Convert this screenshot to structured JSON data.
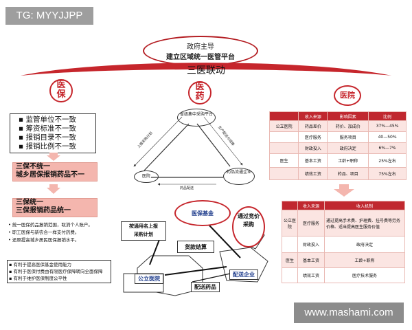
{
  "watermark_top": "TG: MYYJJPP",
  "watermark_bottom": "www.mashami.com",
  "header": {
    "line1": "政府主导",
    "line2": "建立区域统一医管平台",
    "title": "三医联动"
  },
  "medical_insurance": {
    "head_char1": "医",
    "head_char2": "保",
    "issues": [
      "监管单位不一致",
      "筹资标准不一致",
      "报销目录不一致",
      "报销比例不一致"
    ],
    "box1": [
      "三保不统一",
      "城乡居保报销药品不一"
    ],
    "box2": [
      "三保统一",
      "三保报销药品统一"
    ],
    "notes": [
      "统一医保药品报销范围，取消个人账户。",
      "职工医保与新农合一样支付药费。",
      "还原提高城乡居民医保报销水平。"
    ],
    "note_box": [
      "有利于提高医保基金使用能力",
      "有利于医保付费由有限医疗保障转向全面保障",
      "有利于维护医保制度公平性"
    ]
  },
  "medicine": {
    "head_char1": "医",
    "head_char2": "药",
    "node_top": "省级集中采购平台",
    "node_left": "医院",
    "node_right": "药品流通企业",
    "edge_left": "上报采购计划",
    "edge_right": "生产配送与结算",
    "edge_bottom": "药品配送"
  },
  "hospital": {
    "head": "医院",
    "table1": {
      "headers": [
        "",
        "收入来源",
        "影响因素",
        "比例"
      ],
      "rows": [
        [
          "公立医院",
          "药品差价",
          "药价、加成价",
          "37%—45%"
        ],
        [
          "",
          "医疗服务",
          "服务项目",
          "40—50%"
        ],
        [
          "",
          "财政投入",
          "政府决定",
          "6%—7%"
        ],
        [
          "医生",
          "基本工资",
          "工龄+职称",
          "25%左右"
        ],
        [
          "",
          "绩效工资",
          "药品、项目",
          "75%左右"
        ]
      ]
    },
    "table2": {
      "headers": [
        "",
        "收入来源",
        "收入机制"
      ],
      "rows": [
        [
          "公立医院",
          "医疗服务",
          "通过提高手术费、护理费、挂号费等劳务价格、适当提高医生服务价值"
        ],
        [
          "",
          "财政投入",
          "政府决定"
        ],
        [
          "医生",
          "基本工资",
          "工龄+职称"
        ],
        [
          "",
          "绩效工资",
          "医疗技术服务"
        ]
      ]
    }
  },
  "bottom_flow": {
    "fund": "医保基金",
    "plan": [
      "按通用名上报",
      "采购计划"
    ],
    "bid": [
      "通过竞价",
      "采购"
    ],
    "settle": "货款结算",
    "hospital": "公立医院",
    "company": "配送企业",
    "drugs": "配送药品"
  },
  "colors": {
    "accent": "#c6262c",
    "pink": "#f4b6ae",
    "header_red": "#c0282f"
  }
}
